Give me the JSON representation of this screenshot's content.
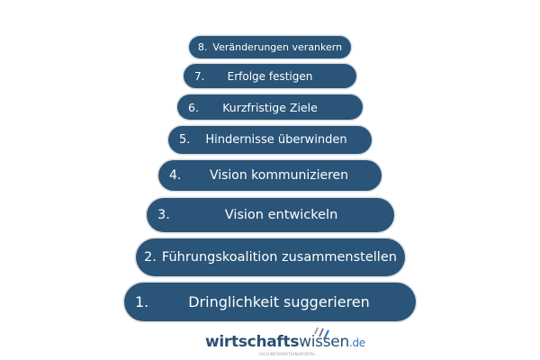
{
  "steps": [
    {
      "number": "8.",
      "label": "Veränderungen verankern"
    },
    {
      "number": "7.",
      "label": "Erfolge festigen"
    },
    {
      "number": "6.",
      "label": "Kurzfristige Ziele"
    },
    {
      "number": "5.",
      "label": "Hindernisse überwinden"
    },
    {
      "number": "4.",
      "label": "Vision kommunizieren"
    },
    {
      "number": "3.",
      "label": "Vision entwickeln"
    },
    {
      "number": "2.",
      "label": "Führungskoalition zusammenstellen"
    },
    {
      "number": "1.",
      "label": "Dringlichkeit suggerieren"
    }
  ],
  "logo": {
    "part1": "wirtschafts",
    "part2": "wissen",
    "part3": ".de",
    "tagline": "FACHINFORMATIONSPORTAL"
  },
  "colors": {
    "step_fill": "#2a5478",
    "text": "#ffffff"
  }
}
